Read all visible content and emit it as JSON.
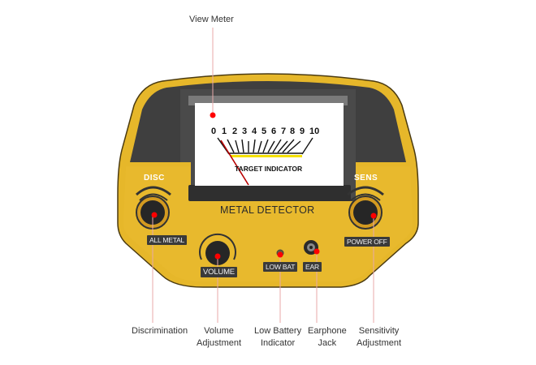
{
  "colors": {
    "body_yellow": "#e6b72a",
    "body_dark": "#3f3f3f",
    "callout_line": "#e8a9a9",
    "callout_dot": "#ff0000",
    "needle": "#b80000",
    "meter_bar": "#f5e100"
  },
  "device": {
    "brand_label": "METAL DETECTOR",
    "meter": {
      "scale": [
        "0",
        "1",
        "2",
        "3",
        "4",
        "5",
        "6",
        "7",
        "8",
        "9",
        "10"
      ],
      "caption": "TARGET INDICATOR"
    },
    "disc_knob": {
      "title": "DISC",
      "label": "ALL METAL"
    },
    "volume_knob": {
      "label": "VOLUME"
    },
    "low_bat": {
      "label": "LOW BAT"
    },
    "ear": {
      "label": "EAR"
    },
    "sens_knob": {
      "title": "SENS",
      "label": "POWER OFF"
    }
  },
  "callouts": {
    "view_meter": "View Meter",
    "discrimination": "Discrimination",
    "volume": {
      "line1": "Volume",
      "line2": "Adjustment"
    },
    "low_battery": {
      "line1": "Low Battery",
      "line2": "Indicator"
    },
    "earphone": {
      "line1": "Earphone",
      "line2": "Jack"
    },
    "sensitivity": {
      "line1": "Sensitivity",
      "line2": "Adjustment"
    }
  }
}
